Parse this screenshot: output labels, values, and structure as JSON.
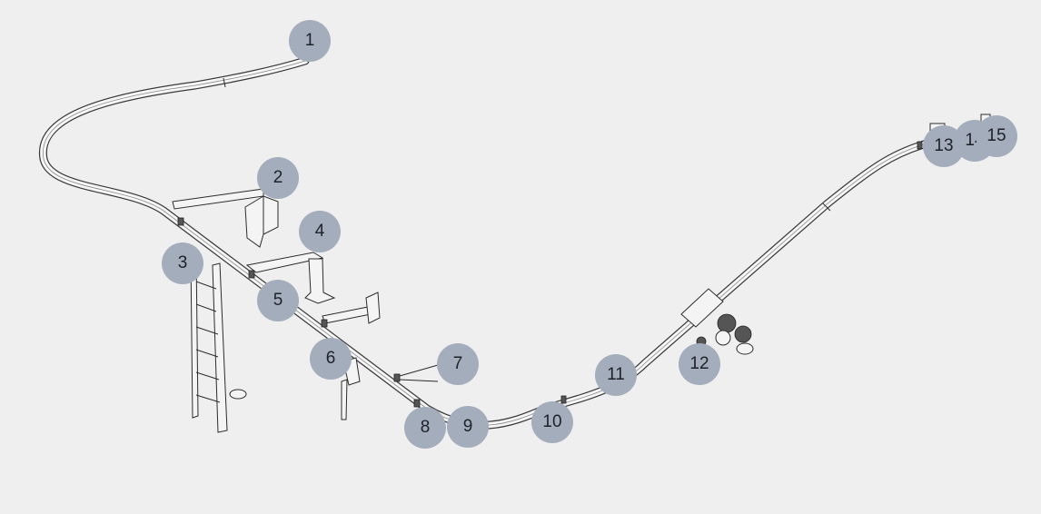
{
  "callouts": [
    {
      "id": "1",
      "label": "1"
    },
    {
      "id": "2",
      "label": "2"
    },
    {
      "id": "3",
      "label": "3"
    },
    {
      "id": "4",
      "label": "4"
    },
    {
      "id": "5",
      "label": "5"
    },
    {
      "id": "6",
      "label": "6"
    },
    {
      "id": "7",
      "label": "7"
    },
    {
      "id": "8",
      "label": "8"
    },
    {
      "id": "9",
      "label": "9"
    },
    {
      "id": "10",
      "label": "10"
    },
    {
      "id": "11",
      "label": "11"
    },
    {
      "id": "12",
      "label": "12"
    },
    {
      "id": "13",
      "label": "13"
    },
    {
      "id": "14",
      "label": "14"
    },
    {
      "id": "15",
      "label": "15"
    }
  ],
  "colors": {
    "background": "#efefef",
    "callout_fill": "#a3adbb",
    "callout_text": "#1d2128",
    "line_art": "#2c2c2c"
  }
}
